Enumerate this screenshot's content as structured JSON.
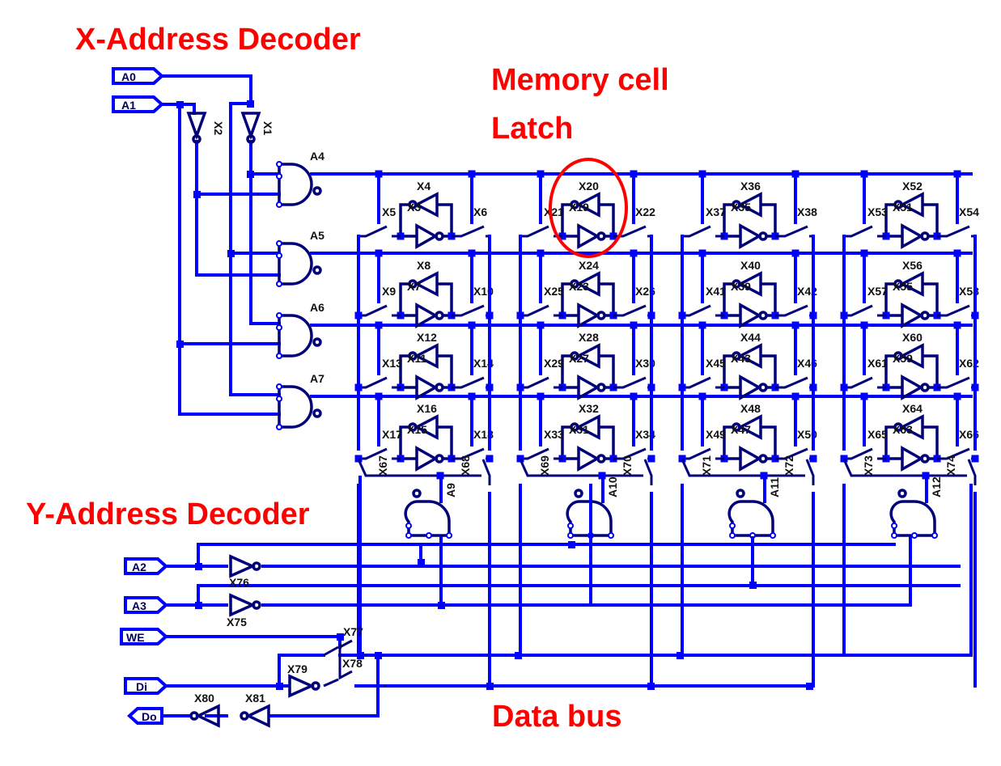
{
  "annotations": {
    "x_decoder": "X-Address Decoder",
    "y_decoder": "Y-Address Decoder",
    "memory_cell_line1": "Memory cell",
    "memory_cell_line2": "Latch",
    "data_bus": "Data bus"
  },
  "colors": {
    "wire": "#0000ff",
    "component": "#00007a",
    "annotation": "#ff0000"
  },
  "ports": {
    "A0": "A0",
    "A1": "A1",
    "A2": "A2",
    "A3": "A3",
    "WE": "WE",
    "Di": "Di",
    "Do": "Do"
  },
  "x_decoder": {
    "inverters": [
      "X2",
      "X1"
    ],
    "nand_gates": [
      "A4",
      "A5",
      "A6",
      "A7"
    ]
  },
  "memory_cells": [
    [
      "X4",
      "X3",
      "X5",
      "X6"
    ],
    [
      "X20",
      "X19",
      "X21",
      "X22"
    ],
    [
      "X36",
      "X35",
      "X37",
      "X38"
    ],
    [
      "X52",
      "X51",
      "X53",
      "X54"
    ],
    [
      "X8",
      "X7",
      "X9",
      "X10"
    ],
    [
      "X24",
      "X23",
      "X25",
      "X26"
    ],
    [
      "X40",
      "X39",
      "X41",
      "X42"
    ],
    [
      "X56",
      "X55",
      "X57",
      "X58"
    ],
    [
      "X12",
      "X11",
      "X13",
      "X14"
    ],
    [
      "X28",
      "X27",
      "X29",
      "X30"
    ],
    [
      "X44",
      "X43",
      "X45",
      "X46"
    ],
    [
      "X60",
      "X59",
      "X61",
      "X62"
    ],
    [
      "X16",
      "X15",
      "X17",
      "X18"
    ],
    [
      "X32",
      "X31",
      "X33",
      "X34"
    ],
    [
      "X48",
      "X47",
      "X49",
      "X50"
    ],
    [
      "X64",
      "X63",
      "X65",
      "X66"
    ]
  ],
  "column_switches": [
    [
      "X67",
      "X68"
    ],
    [
      "X69",
      "X70"
    ],
    [
      "X71",
      "X72"
    ],
    [
      "X73",
      "X74"
    ]
  ],
  "y_decoder": {
    "nand_gates": [
      "A9",
      "A10",
      "A11",
      "A12"
    ],
    "inverters": [
      "X76",
      "X75"
    ]
  },
  "io": {
    "write_switch": "X77",
    "read_switch": "X78",
    "input_inverter": "X79",
    "output_buffers": [
      "X80",
      "X81"
    ]
  },
  "highlight": {
    "cell": "X20/X19"
  }
}
